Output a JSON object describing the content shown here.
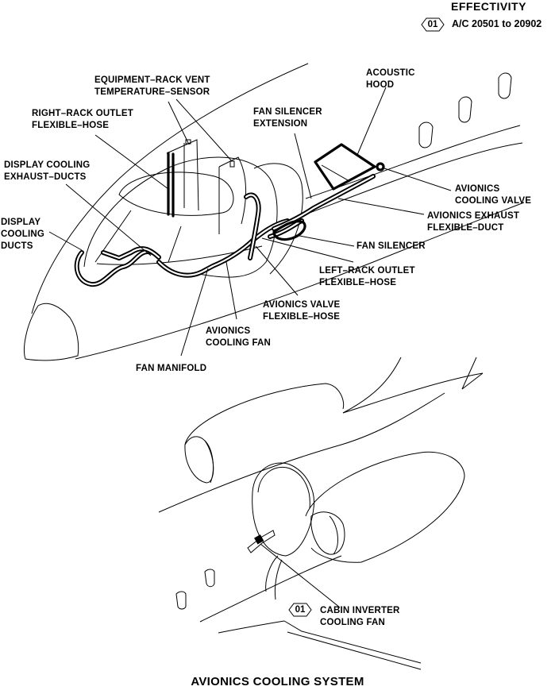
{
  "effectivity": {
    "title": "EFFECTIVITY",
    "badge": "01",
    "range": "A/C 20501 to 20902"
  },
  "labels": {
    "equipment_rack_vent_sensor": "EQUIPMENT–RACK VENT\nTEMPERATURE–SENSOR",
    "right_rack_outlet_hose": "RIGHT–RACK OUTLET\nFLEXIBLE–HOSE",
    "display_cooling_exhaust_ducts": "DISPLAY COOLING\nEXHAUST–DUCTS",
    "display_cooling_ducts": "DISPLAY\nCOOLING\nDUCTS",
    "fan_silencer_extension": "FAN SILENCER\nEXTENSION",
    "acoustic_hood": "ACOUSTIC\nHOOD",
    "avionics_cooling_valve": "AVIONICS\nCOOLING VALVE",
    "avionics_exhaust_duct": "AVIONICS EXHAUST\nFLEXIBLE–DUCT",
    "fan_silencer": "FAN SILENCER",
    "left_rack_outlet_hose": "LEFT–RACK OUTLET\nFLEXIBLE–HOSE",
    "avionics_valve_hose": "AVIONICS VALVE\nFLEXIBLE–HOSE",
    "avionics_cooling_fan": "AVIONICS\nCOOLING FAN",
    "fan_manifold": "FAN MANIFOLD",
    "cabin_inverter_fan": "CABIN INVERTER\nCOOLING FAN",
    "cabin_inverter_badge": "01"
  },
  "title": "AVIONICS COOLING SYSTEM"
}
